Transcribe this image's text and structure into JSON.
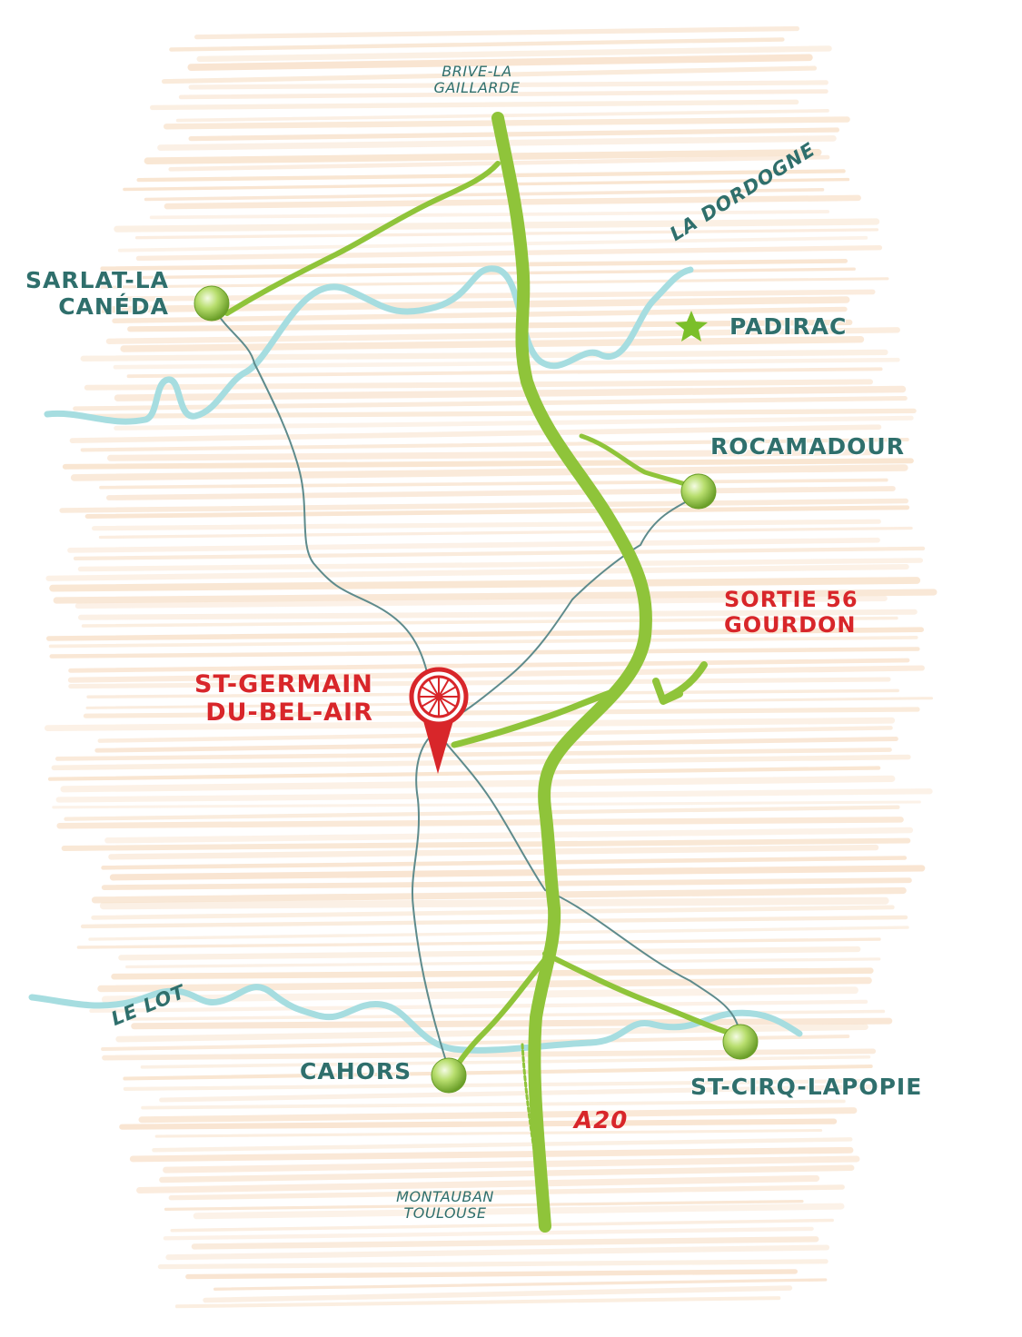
{
  "places": {
    "brive": "BRIVE-LA\nGAILLARDE",
    "sarlat": "SARLAT-LA\nCANÉDA",
    "padirac": "PADIRAC",
    "rocamadour": "ROCAMADOUR",
    "sortie": "SORTIE 56\nGOURDON",
    "st_germain": "ST-GERMAIN\nDU-BEL-AIR",
    "cahors": "CAHORS",
    "st_cirq": "ST-CIRQ-LAPOPIE",
    "montauban": "MONTAUBAN\nTOULOUSE"
  },
  "rivers": {
    "dordogne": "LA DORDOGNE",
    "lot": "LE LOT"
  },
  "highway": {
    "label": "A20"
  },
  "colors": {
    "road_green": "#8fc43a",
    "river_blue": "#a6dde0",
    "minor_road": "#5e8b8c",
    "label_teal": "#2f6f6c",
    "label_red": "#d8262a",
    "background_strokes": "#f8e2cc"
  },
  "icons": {
    "town_marker": "green-ball-icon",
    "attraction": "star-icon",
    "location_pin": "wheel-pin-icon",
    "direction": "curved-arrow-icon"
  }
}
